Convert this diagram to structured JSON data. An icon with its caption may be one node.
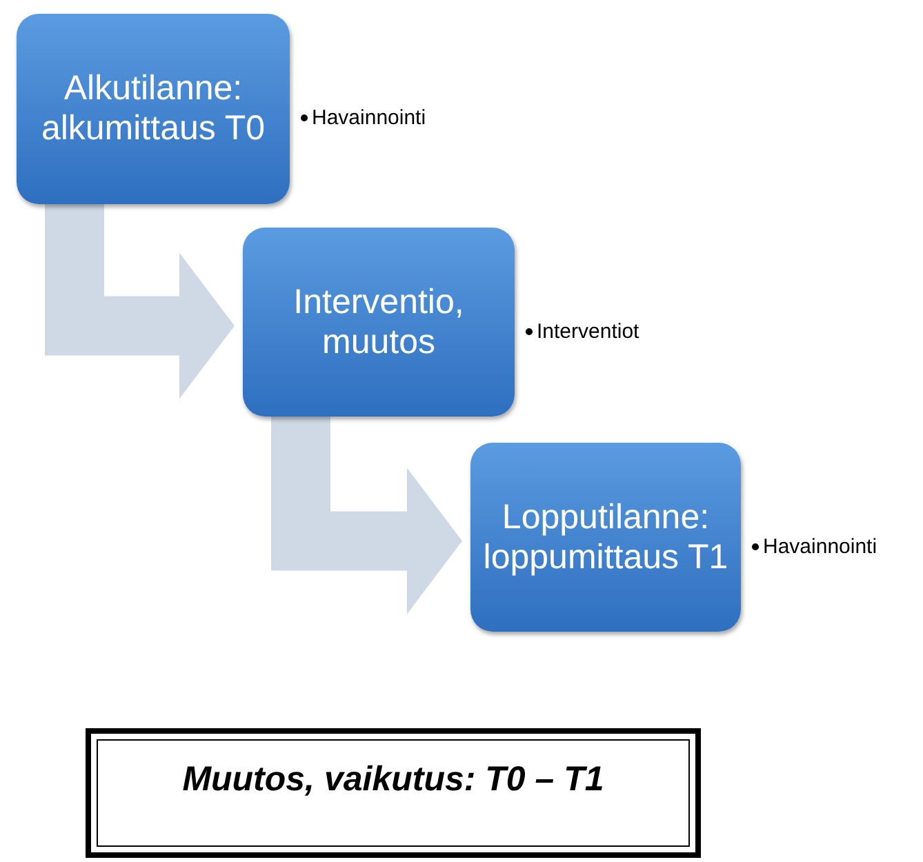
{
  "diagram": {
    "nodes": [
      {
        "text": [
          "Alkutilanne: alkumittaus T0"
        ],
        "beside": [
          "Havainnointi"
        ]
      },
      {
        "text": [
          "Interventio, muutos"
        ],
        "beside": [
          "Interventiot"
        ]
      },
      {
        "text": [
          "Lopputilanne: loppumittaus T1"
        ],
        "beside": [
          "Havainnointi"
        ]
      },
      {
        "text": [
          "Muutos, vaikutus: T0 – T1"
        ]
      }
    ],
    "edges": [
      {
        "from": 0,
        "to": 1,
        "arrow": "to"
      },
      {
        "from": 1,
        "to": 2,
        "arrow": "to"
      }
    ]
  }
}
